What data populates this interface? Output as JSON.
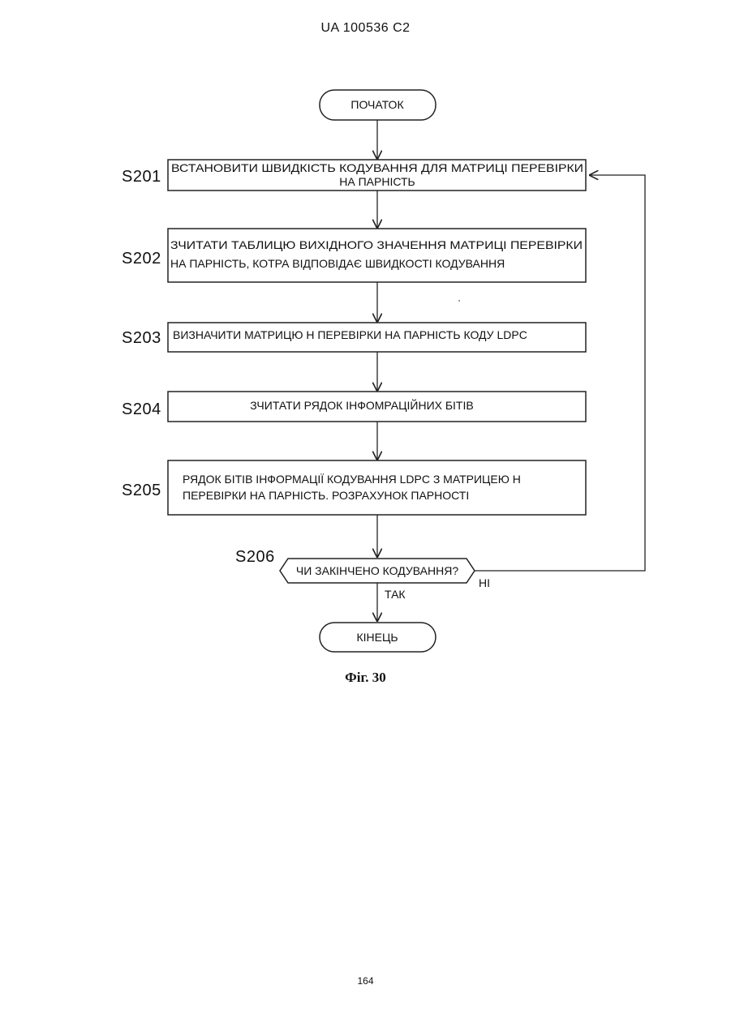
{
  "header": {
    "publication": "UA   100536   C2"
  },
  "flowchart": {
    "start_label": "ПОЧАТОК",
    "end_label": "КІНЕЦЬ",
    "steps": [
      {
        "id": "S201",
        "lines": [
          "ВСТАНОВИТИ ШВИДКІСТЬ КОДУВАННЯ ДЛЯ МАТРИЦІ ПЕРЕВІРКИ",
          "НА ПАРНІСТЬ"
        ]
      },
      {
        "id": "S202",
        "lines": [
          "ЗЧИТАТИ ТАБЛИЦЮ ВИХІДНОГО ЗНАЧЕННЯ МАТРИЦІ ПЕРЕВІРКИ",
          "НА ПАРНІСТЬ, КОТРА ВІДПОВІДАЄ ШВИДКОСТІ КОДУВАННЯ"
        ]
      },
      {
        "id": "S203",
        "lines": [
          "ВИЗНАЧИТИ МАТРИЦЮ Н ПЕРЕВІРКИ НА ПАРНІСТЬ КОДУ LDPC"
        ]
      },
      {
        "id": "S204",
        "lines": [
          "ЗЧИТАТИ РЯДОК ІНФОМРАЦІЙНИХ БІТІВ"
        ]
      },
      {
        "id": "S205",
        "lines": [
          "РЯДОК БІТІВ ІНФОРМАЦІЇ КОДУВАННЯ LDPC З МАТРИЦЕЮ Н",
          "ПЕРЕВІРКИ НА ПАРНІСТЬ. РОЗРАХУНОК ПАРНОСТІ"
        ]
      }
    ],
    "decision": {
      "id": "S206",
      "label": "ЧИ ЗАКІНЧЕНО КОДУВАННЯ?",
      "yes_label": "ТАК",
      "no_label": "НІ"
    }
  },
  "figure_caption": "Фіг. 30",
  "page_number": "164"
}
